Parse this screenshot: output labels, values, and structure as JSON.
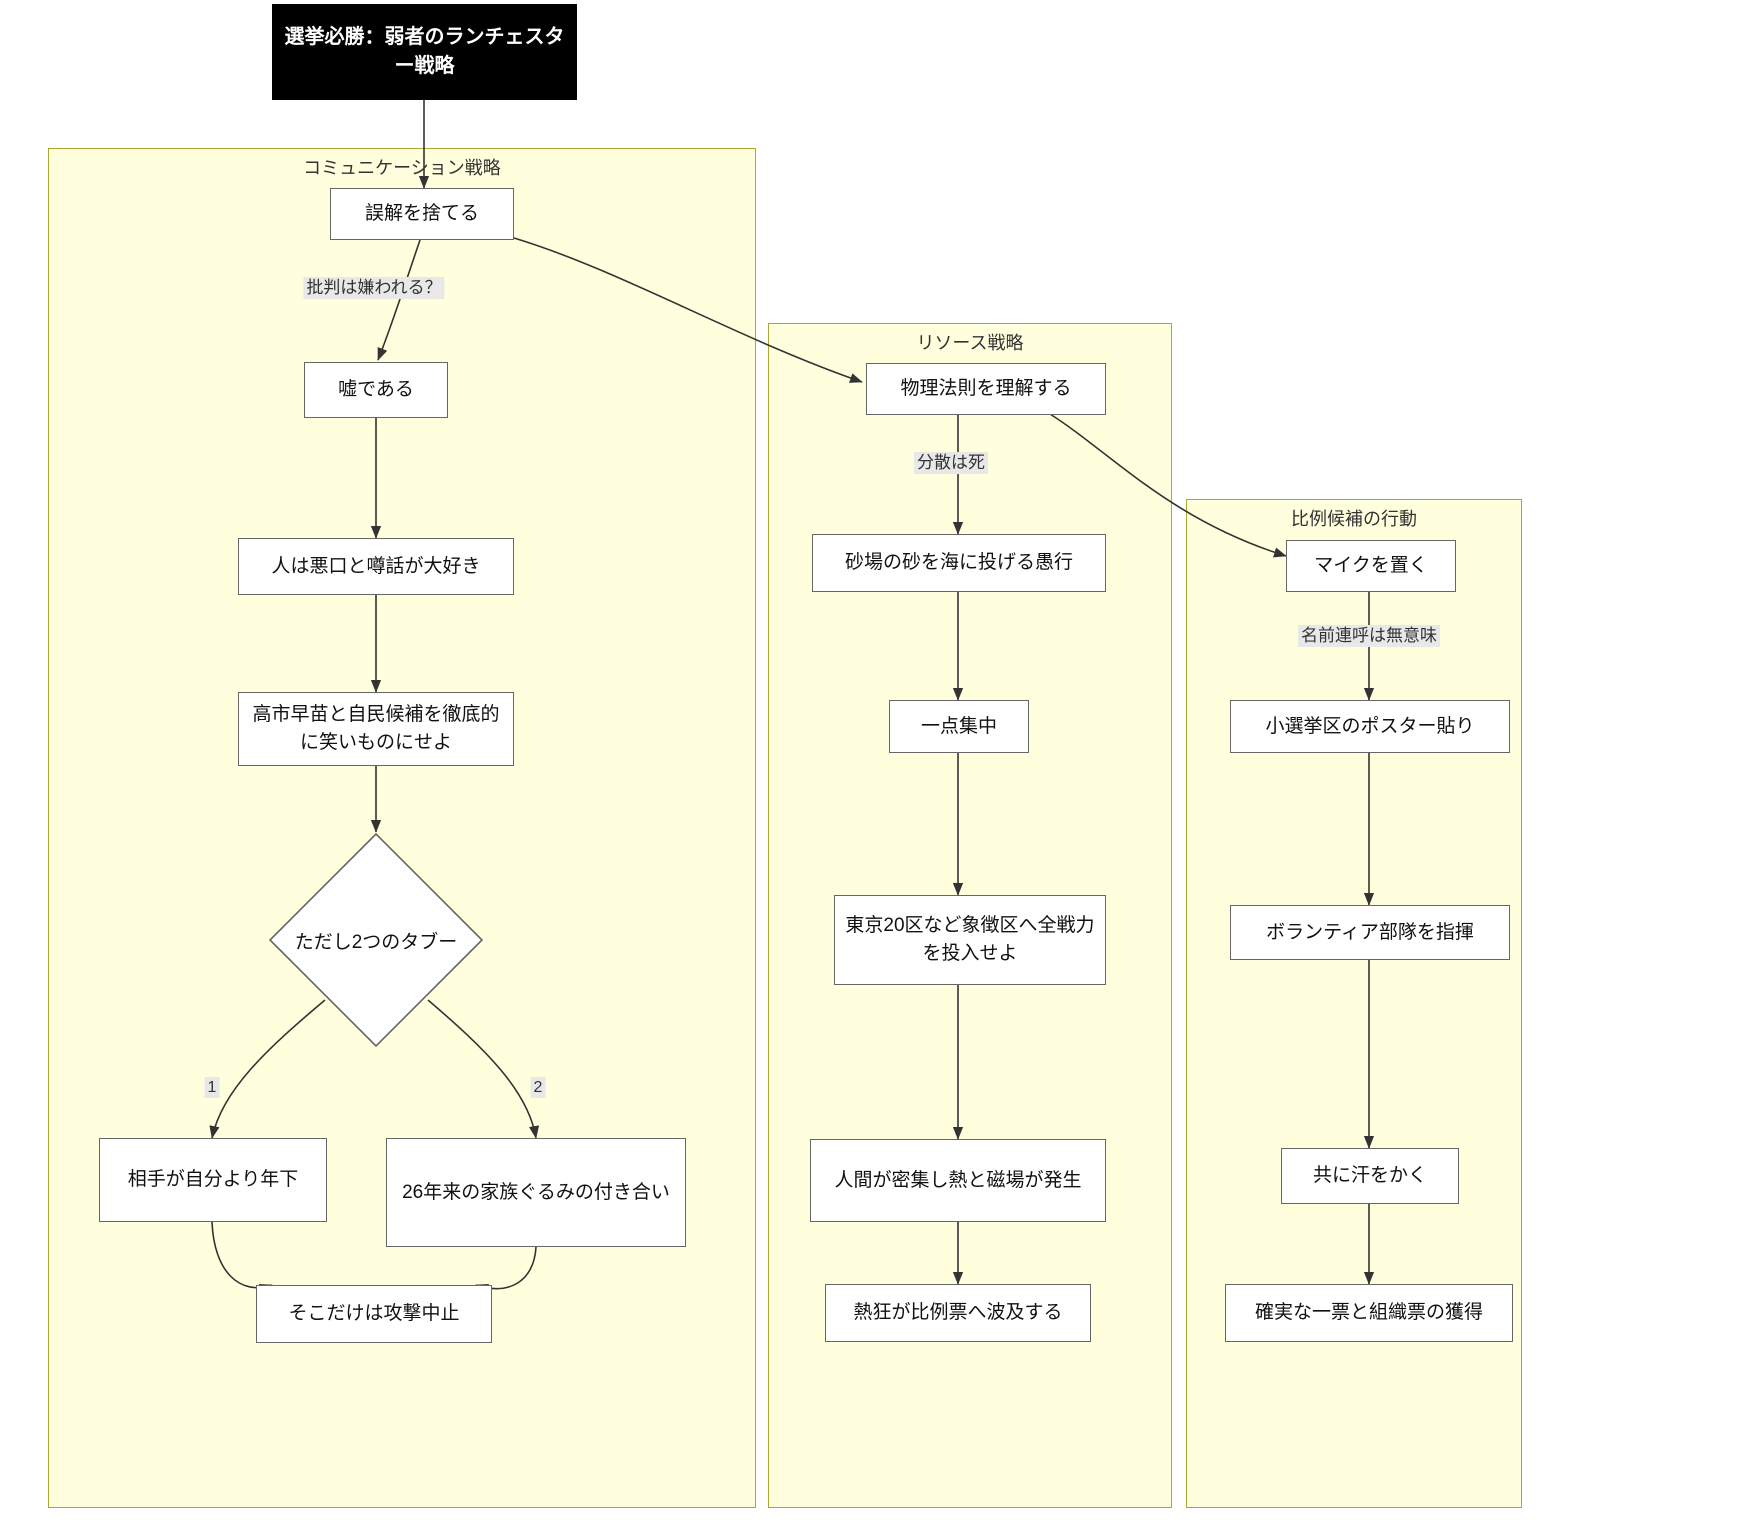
{
  "diagram": {
    "type": "flowchart",
    "title_node": {
      "label": "選挙必勝：弱者のランチェスター戦略"
    },
    "clusters": [
      {
        "id": "comm",
        "title": "コミュニケーション戦略"
      },
      {
        "id": "resource",
        "title": "リソース戦略"
      },
      {
        "id": "proportional",
        "title": "比例候補の行動"
      }
    ],
    "nodes": {
      "misunderstanding": "誤解を捨てる",
      "lie": "嘘である",
      "gossip": "人は悪口と噂話が大好き",
      "mock": "高市早苗と自民候補を徹底的に笑いものにせよ",
      "taboo": "ただし2つのタブー",
      "younger": "相手が自分より年下",
      "family": "26年来の家族ぐるみの付き合い",
      "stop_attack": "そこだけは攻撃中止",
      "physics": "物理法則を理解する",
      "sandbox": "砂場の砂を海に投げる愚行",
      "focus": "一点集中",
      "tokyo20": "東京20区など象徴区へ全戦力を投入せよ",
      "crowd": "人間が密集し熱と磁場が発生",
      "fever": "熱狂が比例票へ波及する",
      "mic": "マイクを置く",
      "poster": "小選挙区のポスター貼り",
      "volunteer": "ボランティア部隊を指揮",
      "sweat": "共に汗をかく",
      "votes": "確実な一票と組織票の獲得"
    },
    "edge_labels": {
      "criticism": "批判は嫌われる？",
      "dispersion": "分散は死",
      "name_calling": "名前連呼は無意味",
      "taboo_one": "1",
      "taboo_two": "2"
    },
    "colors": {
      "cluster_fill": "#ffffde",
      "cluster_stroke": "#aaaa33",
      "node_fill": "#ffffff",
      "node_stroke": "#666666",
      "title_fill": "#000000",
      "title_text": "#ffffff",
      "edge_stroke": "#333333",
      "edge_label_fill": "#e8e8e8"
    }
  }
}
